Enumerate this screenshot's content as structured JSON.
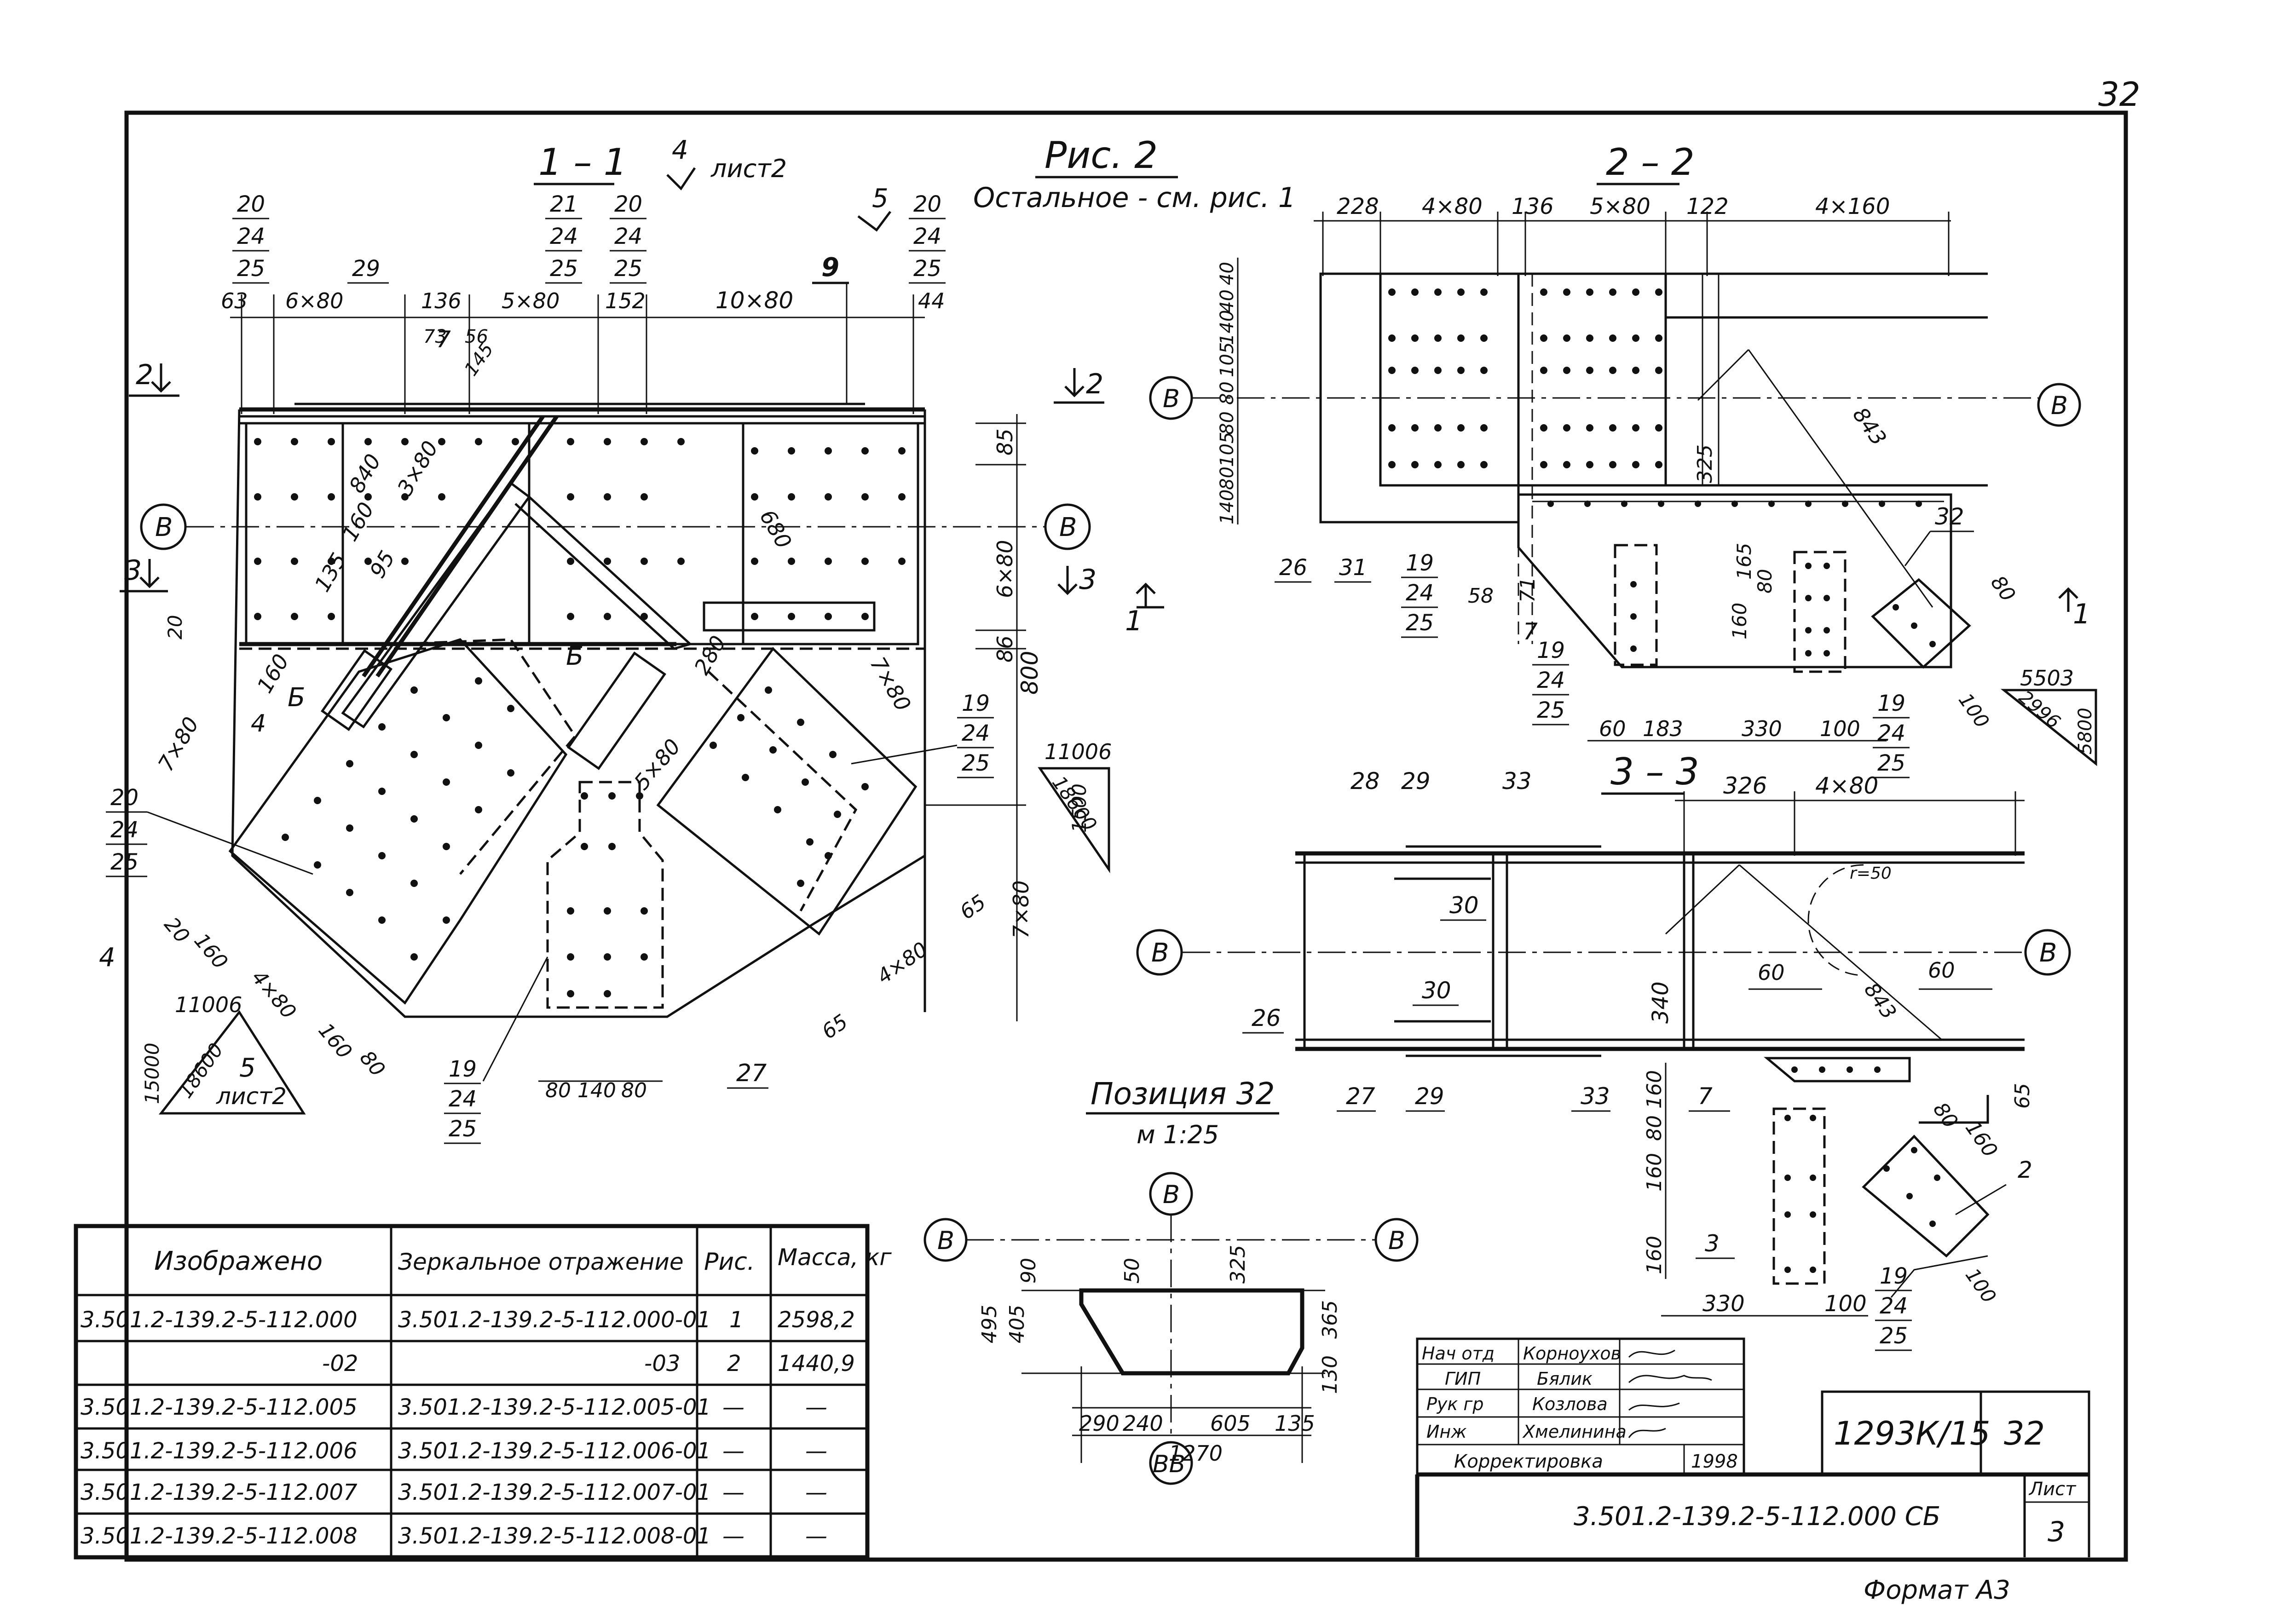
{
  "page_number": "32",
  "figure": {
    "title": "Рис. 2",
    "note": "Остальное - см. рис. 1"
  },
  "sections": {
    "s11": {
      "label": "1 – 1",
      "ref": "лист2",
      "ref_num": "4"
    },
    "s22": {
      "label": "2 – 2"
    },
    "s33": {
      "label": "3 – 3"
    }
  },
  "axis_label": "В",
  "position_block": {
    "title": "Позиция 32",
    "scale": "м 1:25",
    "axis_label_bottom": "ВВ"
  },
  "view11": {
    "top_dims": [
      "63",
      "6×80",
      "136",
      "5×80",
      "152",
      "10×80",
      "44"
    ],
    "small_dims": [
      "73",
      "7",
      "56",
      "145"
    ],
    "part_marker": "9",
    "part_refs": [
      "29",
      "20",
      "24",
      "25",
      "21"
    ],
    "left_marks": [
      "2",
      "3"
    ],
    "right_marks": [
      "2",
      "3"
    ],
    "right_dims": [
      "85",
      "6×80",
      "86",
      "800"
    ],
    "diag_dims": [
      "840",
      "3×80",
      "160",
      "135",
      "95",
      "680",
      "280",
      "7×80",
      "5×80",
      "160",
      "7×80",
      "20"
    ],
    "cut_marks": [
      "Б",
      "Б"
    ],
    "parts": [
      "4",
      "19",
      "24",
      "25",
      "27",
      "20",
      "24",
      "25",
      "19",
      "24",
      "25"
    ],
    "slope1": [
      "11006",
      "18600",
      "1500"
    ],
    "slope2": [
      "11006",
      "15000",
      "18600"
    ],
    "bottom_dims": [
      "20",
      "160",
      "4×80",
      "160",
      "80",
      "80",
      "140",
      "80",
      "65",
      "4×80",
      "65",
      "7×80"
    ],
    "bottom_marks": [
      "4",
      "5",
      "лист2"
    ]
  },
  "view22": {
    "top_dims": [
      "228",
      "4×80",
      "136",
      "5×80",
      "122",
      "4×160"
    ],
    "left_dims": [
      "40",
      "40",
      "140",
      "105",
      "80",
      "80",
      "105",
      "80",
      "40",
      "140"
    ],
    "inner_dims": [
      "325",
      "843",
      "80",
      "165",
      "160",
      "80"
    ],
    "parts": [
      "26",
      "31",
      "19",
      "24",
      "25",
      "58",
      "71",
      "7",
      "32",
      "19",
      "24",
      "25",
      "19",
      "24",
      "25"
    ],
    "bottom_dims": [
      "60",
      "183",
      "330",
      "100",
      "100"
    ],
    "slope": [
      "5503",
      "2996",
      "5800"
    ],
    "section_mark": "1"
  },
  "view33": {
    "top_dims": [
      "326",
      "4×80"
    ],
    "parts": [
      "28",
      "29",
      "33",
      "30",
      "30",
      "26",
      "27",
      "29",
      "33",
      "7",
      "3",
      "2",
      "19",
      "24",
      "25"
    ],
    "inner_dims": [
      "r=50",
      "843",
      "60",
      "60",
      "340",
      "65",
      "80",
      "160",
      "100"
    ],
    "left_dims": [
      "160",
      "80",
      "160",
      "160"
    ],
    "bottom_dims": [
      "330",
      "100"
    ]
  },
  "position32_dims": [
    "90",
    "50",
    "325",
    "495",
    "405",
    "365",
    "130",
    "290",
    "240",
    "605",
    "135",
    "1270"
  ],
  "spec_table": {
    "headers": [
      "Изображено",
      "Зеркальное отражение",
      "Рис.",
      "Масса, кг"
    ],
    "rows": [
      [
        "3.501.2-139.2-5-112.000",
        "3.501.2-139.2-5-112.000-01",
        "1",
        "2598,2"
      ],
      [
        "-02",
        "-03",
        "2",
        "1440,9"
      ],
      [
        "3.501.2-139.2-5-112.005",
        "3.501.2-139.2-5-112.005-01",
        "—",
        "—"
      ],
      [
        "3.501.2-139.2-5-112.006",
        "3.501.2-139.2-5-112.006-01",
        "—",
        "—"
      ],
      [
        "3.501.2-139.2-5-112.007",
        "3.501.2-139.2-5-112.007-01",
        "—",
        "—"
      ],
      [
        "3.501.2-139.2-5-112.008",
        "3.501.2-139.2-5-112.008-01",
        "—",
        "—"
      ]
    ]
  },
  "stamp": {
    "rows": [
      [
        "Нач отд",
        "Корноухов"
      ],
      [
        "ГИП",
        "Бялик"
      ],
      [
        "Рук гр",
        "Козлова"
      ],
      [
        "Инж",
        "Хмелинина"
      ]
    ],
    "correction": "Корректировка",
    "year": "1998",
    "code": "1293К/15",
    "sheet_in_album": "32",
    "designation": "3.501.2-139.2-5-112.000 СБ",
    "sheet_label": "Лист",
    "sheet_no": "3"
  },
  "format": "Формат А3"
}
